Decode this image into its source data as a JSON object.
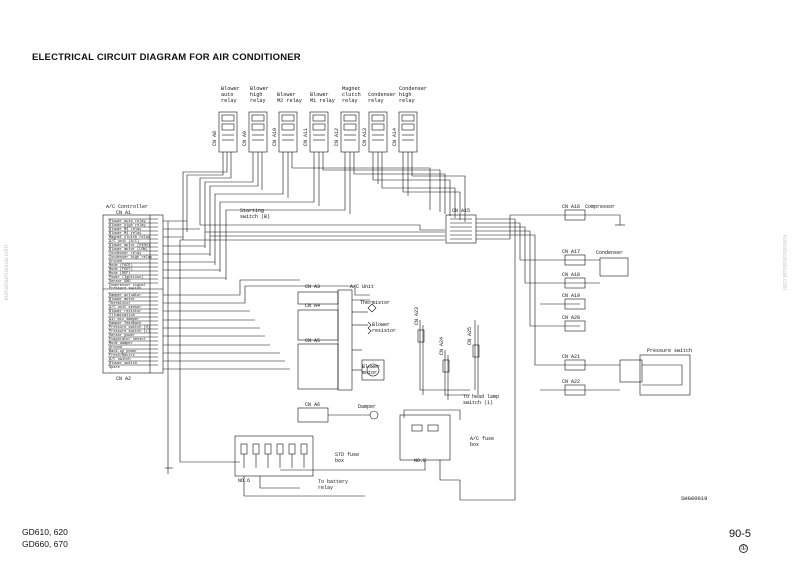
{
  "title": "ELECTRICAL CIRCUIT DIAGRAM FOR AIR CONDITIONER",
  "relays": [
    {
      "label_lines": [
        "Blower",
        "auto",
        "relay"
      ],
      "connector": "CN A8"
    },
    {
      "label_lines": [
        "Blower",
        "high",
        "relay"
      ],
      "connector": "CN A9"
    },
    {
      "label_lines": [
        "Blower",
        "M2 relay"
      ],
      "connector": "CN A10"
    },
    {
      "label_lines": [
        "Blower",
        "M1 relay"
      ],
      "connector": "CN A11"
    },
    {
      "label_lines": [
        "Magnet",
        "clutch",
        "relay"
      ],
      "connector": "CN A12"
    },
    {
      "label_lines": [
        "Condenser",
        "relay"
      ],
      "connector": "CN A13"
    },
    {
      "label_lines": [
        "Condenser",
        "high",
        "relay"
      ],
      "connector": "CN A14"
    }
  ],
  "controller": {
    "title": "A/C Controller",
    "cn_top": "CN A1",
    "cn_bottom": "CN A2",
    "rows_top": [
      "Blower auto relay",
      "Blower high relay",
      "Blower M2 relay",
      "Blower M1 relay",
      "Magnet clutch relay",
      "A/C unit (A/C)",
      "Blower motor (HIGH)",
      "Blower motor (LOW)",
      "Condenser relay",
      "Condenser high relay",
      "Ground",
      "Mode (FACE)",
      "Mode (FOOT)",
      "Mode (DEF)",
      "Power (Ignition)",
      "Sensor GND",
      "Compressor signal",
      "Pressure switch"
    ],
    "rows_bottom": [
      "Damper actuator",
      "Blower motor",
      "Thermistor",
      "A/C unit sensor",
      "Blower resistor",
      "Illumination",
      "Air mix damper",
      "Damper feedback",
      "Pressure switch (H)",
      "Pressure switch (L)",
      "Sensor power",
      "Evaporator sensor",
      "Mode damper",
      "Ground",
      "Back-up power",
      "Fresh/Recirc",
      "A/C switch",
      "Blower switch",
      "Spare"
    ]
  },
  "labels": {
    "start_switch": [
      "Starting",
      "switch (B)"
    ],
    "cn_a15": "CN A15",
    "cn_a3": "CN A3",
    "cn_a4": "CN A4",
    "cn_a5": "CN A5",
    "cn_a6": "CN A6",
    "ac_unit": "A/C Unit",
    "thermistor": "Thermistor",
    "blower_resistor": [
      "Blower",
      "resistor"
    ],
    "blower_motor": [
      "Blower",
      "motor"
    ],
    "damper": "Damper",
    "head_lamp": [
      "To head lamp",
      "switch (1)"
    ],
    "ac_fuse_box": [
      "A/C fuse",
      "box"
    ],
    "std_fuse_box": [
      "STD fuse",
      "box"
    ],
    "battery_relay": [
      "To battery",
      "relay"
    ],
    "compressor": "Compressor",
    "condenser": "Condenser",
    "cn_a16": "CN A16",
    "cn_a17": "CN A17",
    "cn_a18": "CN A18",
    "cn_a19": "CN A19",
    "cn_a20": "CN A20",
    "cn_a21": "CN A21",
    "cn_a22": "CN A22",
    "pressure_switch": "Pressure switch",
    "cn_a23": "CN A23",
    "cn_a24": "CN A24",
    "cn_a25": "CN A25",
    "fuse_no6": "NO.6",
    "fuse_no8": "NO.8"
  },
  "figure_code": "SHG00019",
  "models": [
    "GD610, 620",
    "GD660, 670"
  ],
  "page_number": "90-5",
  "page_icon": "①",
  "watermark": "komatsumanual.com"
}
